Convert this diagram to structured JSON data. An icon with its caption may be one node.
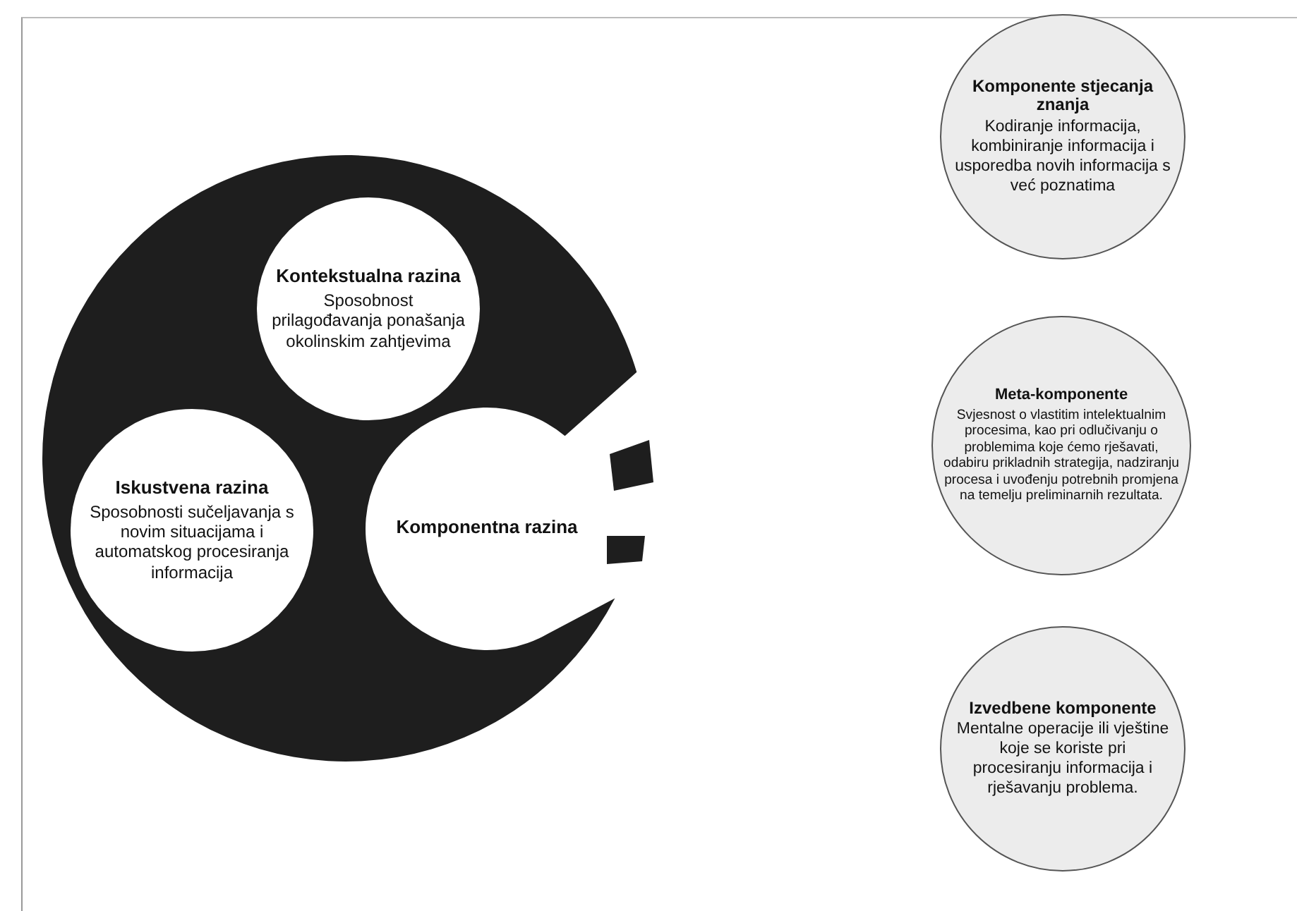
{
  "diagram": {
    "nodes": [
      {
        "text": [],
        "shape": "circle"
      },
      {
        "text": [
          "Kontekstualna razina",
          "Sposobnost prilagođavanja ponašanja okolinskim zahtjevima"
        ],
        "in": 0
      },
      {
        "text": [
          "Iskustvena razina",
          "Sposobnosti sučeljavanja s novim situacijama i automatskog procesiranja informacija"
        ],
        "in": 0
      },
      {
        "text": [
          "Komponentna razina"
        ],
        "in": 0
      },
      {
        "text": [
          "Komponente stjecanja znanja",
          "Kodiranje informacija, kombiniranje informacija i usporedba novih informacija s već poznatima"
        ]
      },
      {
        "text": [
          "Meta-komponente",
          "Svjesnost o vlastitim intelektualnim procesima, kao pri odlučivanju o problemima koje ćemo rješavati, odabiru prikladnih strategija, nadziranju procesa i uvođenju potrebnih promjena na temelju preliminarnih rezultata."
        ]
      },
      {
        "text": [
          "Izvedbene komponente",
          "Mentalne operacije ili vještine koje se koriste pri procesiranju informacija i rješavanju problema."
        ]
      }
    ]
  }
}
